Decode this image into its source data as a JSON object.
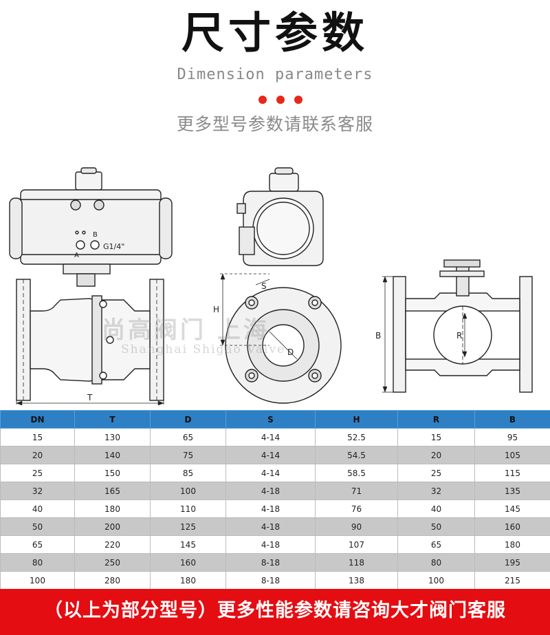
{
  "header": {
    "title": "尺寸参数",
    "subtitle_en": "Dimension parameters",
    "note": "更多型号参数请联系客服",
    "accent_color": "#e8271b"
  },
  "drawing": {
    "labels": {
      "t": "T",
      "h": "H",
      "s": "S",
      "d": "D",
      "b": "B",
      "r": "R",
      "port_a": "A",
      "port_b": "B",
      "thread": "G1/4\""
    },
    "watermark_cn": "尚高阀门 上海",
    "watermark_en": "Shanghai Shigao Valve"
  },
  "table": {
    "header_color": "#2f7fc4",
    "columns": [
      "DN",
      "T",
      "D",
      "S",
      "H",
      "R",
      "B"
    ],
    "rows": [
      [
        "15",
        "130",
        "65",
        "4-14",
        "52.5",
        "15",
        "95"
      ],
      [
        "20",
        "140",
        "75",
        "4-14",
        "54.5",
        "20",
        "105"
      ],
      [
        "25",
        "150",
        "85",
        "4-14",
        "58.5",
        "25",
        "115"
      ],
      [
        "32",
        "165",
        "100",
        "4-18",
        "71",
        "32",
        "135"
      ],
      [
        "40",
        "180",
        "110",
        "4-18",
        "76",
        "40",
        "145"
      ],
      [
        "50",
        "200",
        "125",
        "4-18",
        "90",
        "50",
        "160"
      ],
      [
        "65",
        "220",
        "145",
        "4-18",
        "107",
        "65",
        "180"
      ],
      [
        "80",
        "250",
        "160",
        "8-18",
        "118",
        "80",
        "195"
      ],
      [
        "100",
        "280",
        "180",
        "8-18",
        "138",
        "100",
        "215"
      ]
    ]
  },
  "footer": {
    "text": "（以上为部分型号）更多性能参数请咨询大才阀门客服",
    "color": "#e40d12"
  }
}
